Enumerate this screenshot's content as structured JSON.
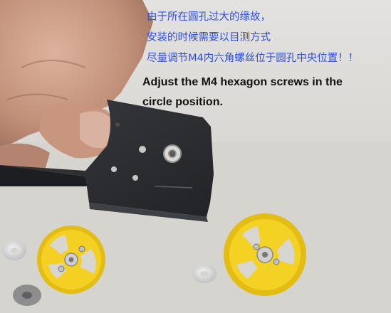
{
  "caption_zh": [
    "由于所在圆孔过大的缘故，",
    "安装的时候需要以目测方式",
    "尽量调节M4内六角螺丝位于圆孔中央位置！！"
  ],
  "caption_en": [
    "Adjust the M4 hexagon screws in the",
    "circle position."
  ],
  "colors": {
    "chinese_text": "#2f4fd8",
    "english_text": "#111111",
    "bracket": "#2b2c30",
    "pulley": "#f2cf22",
    "skin": "#c99a82",
    "background": "#dcdad6"
  }
}
